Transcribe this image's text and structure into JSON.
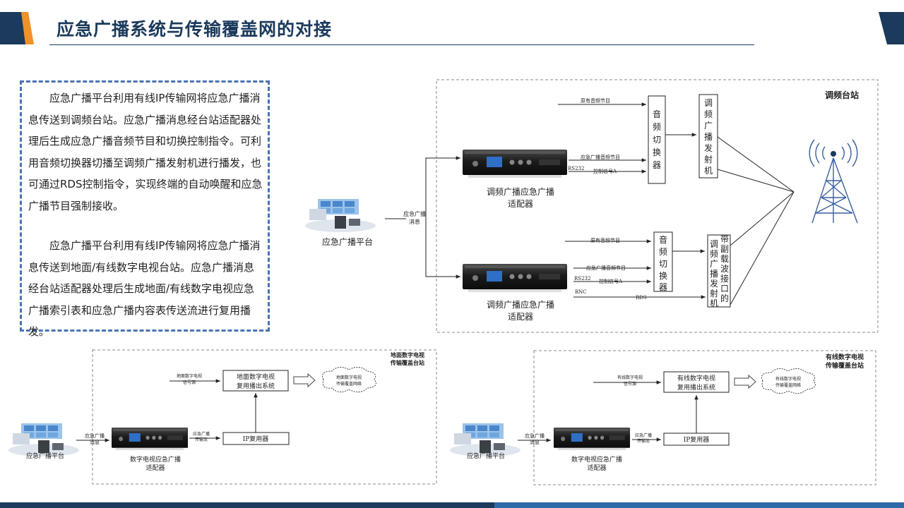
{
  "slide": {
    "title": "应急广播系统与传输覆盖网的对接",
    "accent_color": "#1b3a5c",
    "orange_color": "#f0912c"
  },
  "textbox": {
    "paragraphs": [
      "应急广播平台利用有线IP传输网将应急广播消息传送到调频台站。应急广播消息经台站适配器处理后生成应急广播音频节目和切换控制指令。可利用音频切换器切播至调频广播发射机进行播发，也可通过RDS控制指令，实现终端的自动唤醒和应急广播节目强制接收。",
      "应急广播平台利用有线IP传输网将应急广播消息传送到地面/有线数字电视台站。应急广播消息经台站适配器处理后生成地面/有线数字电视应急广播索引表和应急广播内容表传送流进行复用播发。"
    ]
  },
  "fm": {
    "station_label": "调频台站",
    "platform_label": "应急广播平台",
    "platform_msg": [
      "应急广播",
      "消息"
    ],
    "upper": {
      "input_original": "原有音频节目",
      "input_emergency": "应急广播音频节目",
      "rs232": "RS232",
      "control": "控制信号A",
      "switcher": [
        "音",
        "频",
        "切",
        "换",
        "器"
      ],
      "transmitter": [
        "调",
        "频",
        "广",
        "播",
        "发",
        "射",
        "机"
      ],
      "adapter": [
        "调频广播应急广播",
        "适配器"
      ]
    },
    "lower": {
      "input_original": "原有音频节目",
      "input_emergency": "应急广播音频节目",
      "rs232": "RS232",
      "control": "控制信号A",
      "bnc": "BNC",
      "rds": "RDS",
      "switcher": [
        "音",
        "频",
        "切",
        "换",
        "器"
      ],
      "transmitter_col1": [
        "调",
        "频",
        "广",
        "播",
        "发",
        "射",
        "机"
      ],
      "transmitter_col2": [
        "带",
        "副",
        "载",
        "波",
        "接",
        "口",
        "的"
      ],
      "adapter": [
        "调频广播应急广播",
        "适配器"
      ]
    }
  },
  "dtv_terrestrial": {
    "station_label": [
      "地面数字电视",
      "传输覆盖台站"
    ],
    "input_signal": [
      "地面数字电视",
      "信号源"
    ],
    "mux_system": [
      "地面数字电视",
      "复用播出系统"
    ],
    "network": [
      "地面数字电视",
      "传输覆盖网络"
    ],
    "ip_mux": "IP复用器",
    "adapter_output": [
      "应急广播",
      "传输流"
    ],
    "platform_msg": [
      "应急广播",
      "消息"
    ],
    "platform_label": "应急广播平台",
    "adapter": [
      "数字电视应急广播",
      "适配器"
    ]
  },
  "dtv_cable": {
    "station_label": [
      "有线数字电视",
      "传输覆盖台站"
    ],
    "input_signal": [
      "有线数字电视",
      "信号源"
    ],
    "mux_system": [
      "有线数字电视",
      "复用播出系统"
    ],
    "network": [
      "有线数字电视",
      "传输覆盖网络"
    ],
    "ip_mux": "IP复用器",
    "adapter_output": [
      "应急广播",
      "传输流"
    ],
    "platform_msg": [
      "应急广播",
      "消息"
    ],
    "platform_label": "应急广播平台",
    "adapter": [
      "数字电视应急广播",
      "适配器"
    ]
  }
}
